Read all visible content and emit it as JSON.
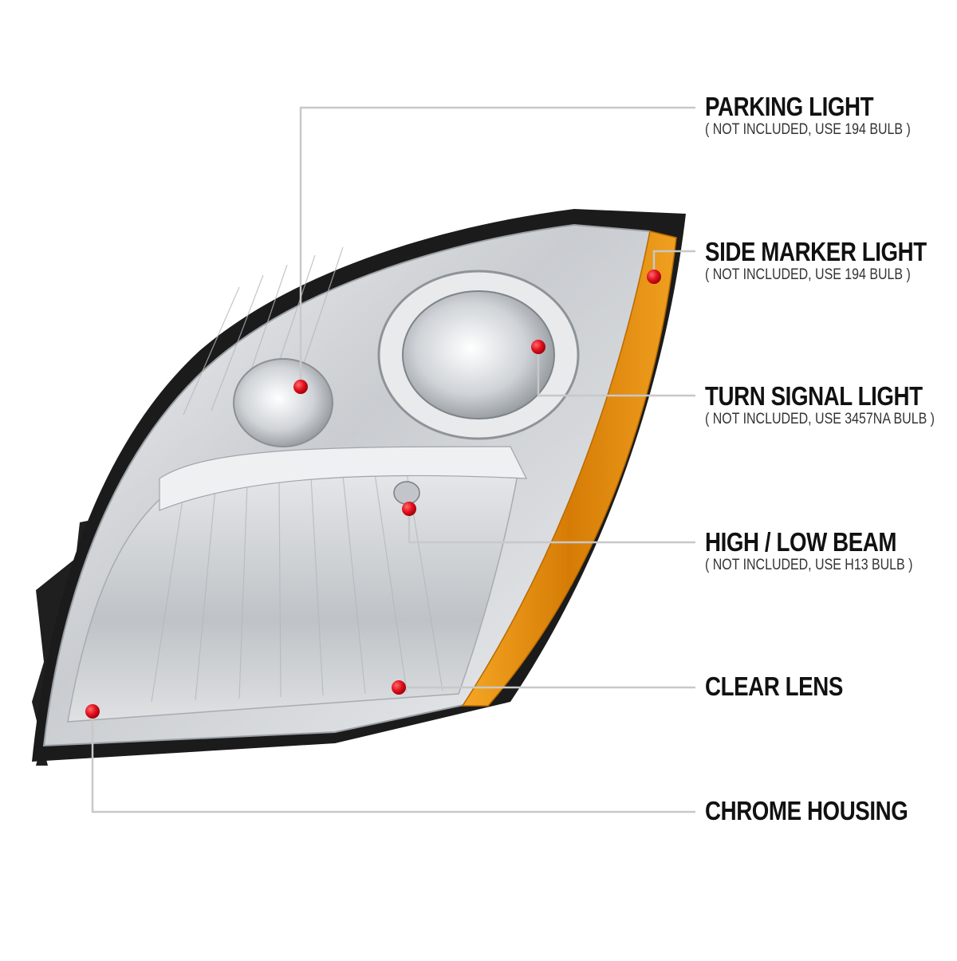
{
  "colors": {
    "leader_line": "#c8c8c8",
    "marker_dot": "#e0101e",
    "amber_reflector": "#e8900e",
    "chrome": "#d9dcdf",
    "housing_black": "#1b1b1b"
  },
  "image": {
    "subject": "headlight-assembly"
  },
  "callouts": [
    {
      "title": "PARKING LIGHT",
      "note": "( NOT INCLUDED, USE  194  BULB )"
    },
    {
      "title": "SIDE MARKER LIGHT",
      "note": "( NOT INCLUDED, USE  194  BULB )"
    },
    {
      "title": "TURN SIGNAL LIGHT",
      "note": "( NOT INCLUDED, USE  3457NA  BULB )"
    },
    {
      "title": "HIGH / LOW BEAM",
      "note": "( NOT INCLUDED, USE  H13  BULB )"
    },
    {
      "title": "CLEAR LENS",
      "note": ""
    },
    {
      "title": "CHROME HOUSING",
      "note": ""
    }
  ]
}
